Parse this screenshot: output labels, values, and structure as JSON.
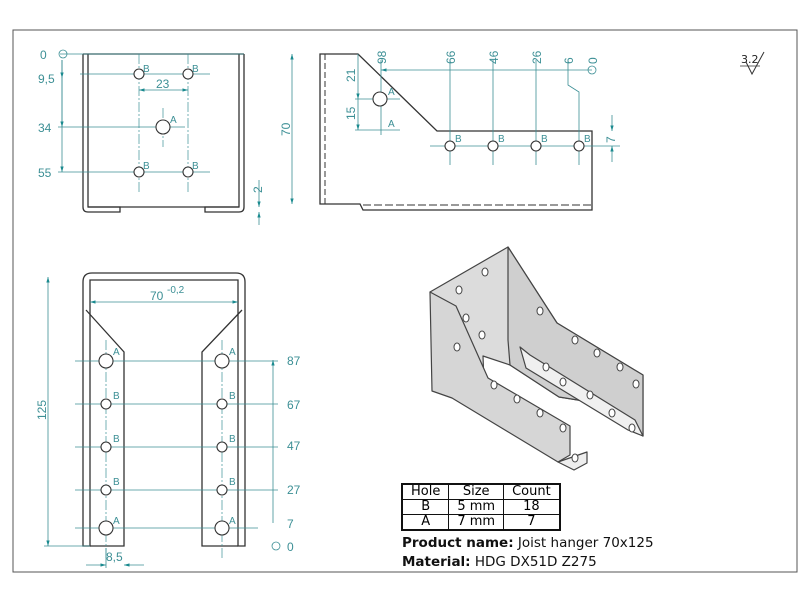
{
  "roughness": "3.2",
  "front_view": {
    "vertical_dims": [
      "0",
      "9,5",
      "34",
      "55"
    ],
    "spacing": "23",
    "height": "70",
    "thickness": "2",
    "hole_labels": [
      "B",
      "B",
      "A",
      "B",
      "B"
    ]
  },
  "side_view": {
    "height": "70",
    "horizontal_dims": [
      "98",
      "66",
      "46",
      "26",
      "6",
      "0"
    ],
    "vertical_dims": [
      "21",
      "15",
      "7"
    ],
    "hole_labels": [
      "A",
      "A",
      "B",
      "B",
      "B",
      "B"
    ]
  },
  "top_view": {
    "width": "70",
    "width_tolerance": "-0,2",
    "length": "125",
    "edge_offset": "8,5",
    "vertical_dims": [
      "87",
      "67",
      "47",
      "27",
      "7",
      "0"
    ],
    "hole_labels": [
      "A",
      "B",
      "B",
      "B",
      "A"
    ]
  },
  "hole_table": {
    "headers": [
      "Hole",
      "Size",
      "Count"
    ],
    "rows": [
      [
        "B",
        "5 mm",
        "18"
      ],
      [
        "A",
        "7 mm",
        "7"
      ]
    ]
  },
  "product": {
    "name_label": "Product name:",
    "name_value": "Joist hanger 70x125",
    "material_label": "Material:",
    "material_value": "HDG DX51D Z275"
  },
  "colors": {
    "dimension": "#3c8f95",
    "outline": "#333333"
  }
}
